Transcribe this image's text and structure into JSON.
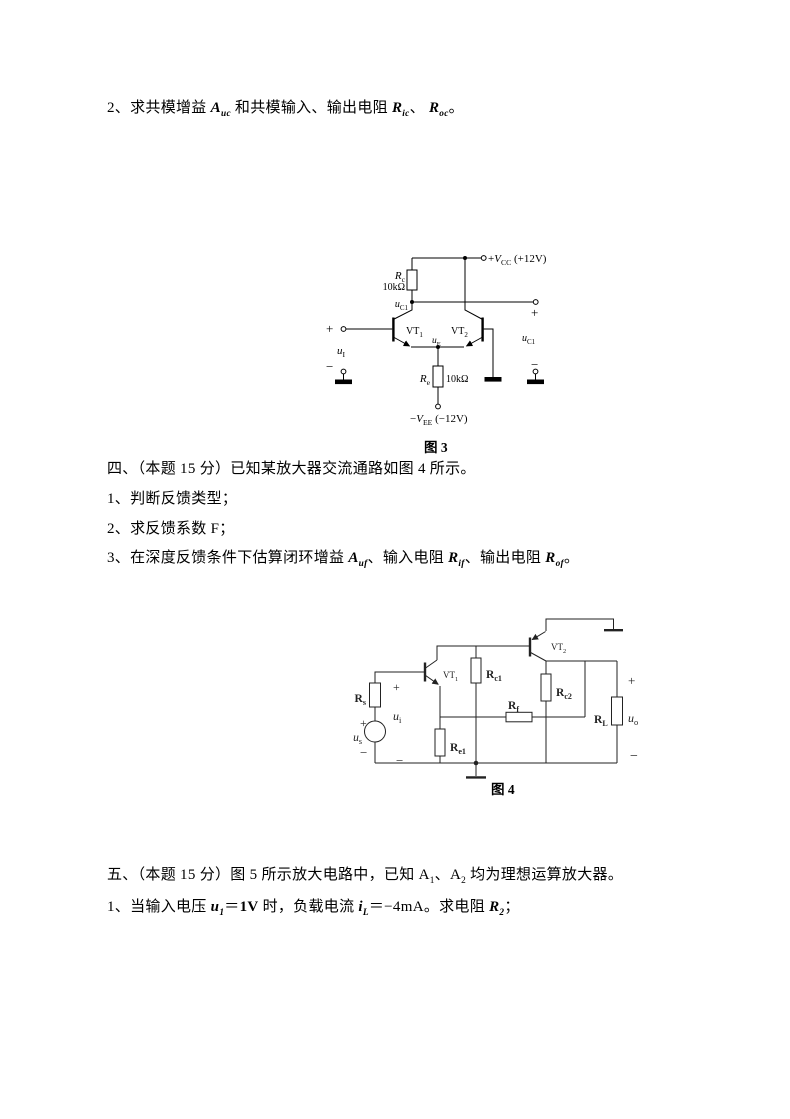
{
  "colors": {
    "page_bg": "#ffffff",
    "ink": "#000000",
    "fig4_ink": "#222222"
  },
  "text": {
    "q2": [
      {
        "t": "2、求共模增益 "
      },
      {
        "t": "A",
        "b": true,
        "i": true,
        "sub": "uc"
      },
      {
        "t": " 和共模输入、输出电阻 "
      },
      {
        "t": "R",
        "b": true,
        "i": true,
        "sub": "ic"
      },
      {
        "t": "、 "
      },
      {
        "t": "R",
        "b": true,
        "i": true,
        "sub": "oc"
      },
      {
        "t": "。"
      }
    ],
    "sec4_heading": "四、（本题 15 分）已知某放大器交流通路如图 4 所示。",
    "sec4_item1": "1、判断反馈类型；",
    "sec4_item2": "2、求反馈系数 F；",
    "sec4_item3": [
      {
        "t": "3、在深度反馈条件下估算闭环增益 "
      },
      {
        "t": "A",
        "b": true,
        "i": true,
        "sub": "uf"
      },
      {
        "t": "、输入电阻 "
      },
      {
        "t": "R",
        "b": true,
        "i": true,
        "sub": "if"
      },
      {
        "t": "、输出电阻 "
      },
      {
        "t": "R",
        "b": true,
        "i": true,
        "sub": "of"
      },
      {
        "t": "。"
      }
    ],
    "sec5_heading": [
      {
        "t": "五、（本题 15 分）图 5 所示放大电路中，已知 "
      },
      {
        "t": "A",
        "sub": "1"
      },
      {
        "t": "、"
      },
      {
        "t": "A",
        "sub": "2"
      },
      {
        "t": " 均为理想运算放大器。"
      }
    ],
    "sec5_item1": [
      {
        "t": "1、当输入电压 "
      },
      {
        "t": "u",
        "b": true,
        "i": true,
        "sub": "1"
      },
      {
        "t": "＝"
      },
      {
        "t": "1V",
        "b": true
      },
      {
        "t": " 时，负载电流 "
      },
      {
        "t": "i",
        "b": true,
        "i": true,
        "sub": "L"
      },
      {
        "t": "＝−4mA。求电阻 "
      },
      {
        "t": "R",
        "b": true,
        "i": true,
        "sub": "2"
      },
      {
        "t": "；"
      }
    ]
  },
  "fig3": {
    "caption": [
      {
        "t": "图 ",
        "b": true
      },
      {
        "t": "3",
        "b": true
      }
    ],
    "labels": {
      "vcc": [
        {
          "t": "+"
        },
        {
          "t": "V",
          "i": true,
          "sub": "CC"
        },
        {
          "t": " (+12V)"
        }
      ],
      "rc_name": [
        {
          "t": "R",
          "i": true,
          "sub": "c"
        }
      ],
      "rc_value": [
        {
          "t": "10kΩ"
        }
      ],
      "uc1_node": [
        {
          "t": "u",
          "i": true,
          "sub": "C1"
        }
      ],
      "vt1": [
        {
          "t": "VT",
          "sub": "1"
        }
      ],
      "vt2": [
        {
          "t": "VT",
          "sub": "2"
        }
      ],
      "ue": [
        {
          "t": "u",
          "i": true,
          "sub": "E"
        }
      ],
      "in_plus": [
        {
          "t": "+"
        }
      ],
      "ui": [
        {
          "t": "u",
          "i": true,
          "sub": "I"
        }
      ],
      "in_minus": [
        {
          "t": "−"
        }
      ],
      "re_name": [
        {
          "t": "R",
          "i": true,
          "sub": "e"
        }
      ],
      "re_value": [
        {
          "t": "10kΩ"
        }
      ],
      "vee": [
        {
          "t": "−"
        },
        {
          "t": "V",
          "i": true,
          "sub": "EE"
        },
        {
          "t": " (−12V)"
        }
      ],
      "out_plus": [
        {
          "t": "+"
        }
      ],
      "out_uc1": [
        {
          "t": "u",
          "i": true,
          "sub": "C1"
        }
      ],
      "out_minus": [
        {
          "t": "−"
        }
      ]
    }
  },
  "fig4": {
    "caption": [
      {
        "t": "图 ",
        "b": true
      },
      {
        "t": "4",
        "b": true
      }
    ],
    "labels": {
      "rs": [
        {
          "t": "R",
          "b": true,
          "sub": "s"
        }
      ],
      "src_plus": [
        {
          "t": "+"
        }
      ],
      "us": [
        {
          "t": "u",
          "i": true,
          "sub": "s"
        }
      ],
      "src_minus": [
        {
          "t": "−"
        }
      ],
      "in_plus": [
        {
          "t": "+"
        }
      ],
      "ui": [
        {
          "t": "u",
          "i": true,
          "sub": "i"
        }
      ],
      "in_minus": [
        {
          "t": "−"
        }
      ],
      "vt1": [
        {
          "t": "VT",
          "sub": "1"
        }
      ],
      "vt2": [
        {
          "t": "VT",
          "sub": "2"
        }
      ],
      "rc1": [
        {
          "t": "R",
          "b": true,
          "sub": "c1"
        }
      ],
      "rc2": [
        {
          "t": "R",
          "b": true,
          "sub": "c2"
        }
      ],
      "rf": [
        {
          "t": "R",
          "b": true,
          "sub": "f"
        }
      ],
      "re1": [
        {
          "t": "R",
          "b": true,
          "sub": "e1"
        }
      ],
      "rl": [
        {
          "t": "R",
          "b": true,
          "sub": "L"
        }
      ],
      "out_plus": [
        {
          "t": "+"
        }
      ],
      "uo": [
        {
          "t": "u",
          "i": true,
          "sub": "o"
        }
      ],
      "out_minus": [
        {
          "t": "−"
        }
      ]
    }
  }
}
